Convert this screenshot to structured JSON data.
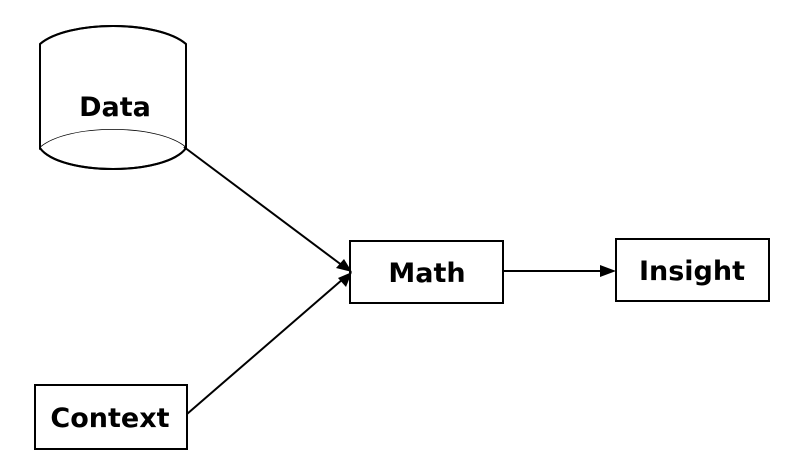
{
  "nodes": {
    "data": {
      "label": "Data",
      "shape": "cylinder"
    },
    "math": {
      "label": "Math",
      "shape": "rectangle"
    },
    "insight": {
      "label": "Insight",
      "shape": "rectangle"
    },
    "context": {
      "label": "Context",
      "shape": "rectangle"
    }
  },
  "edges": [
    {
      "from": "Data",
      "to": "Math"
    },
    {
      "from": "Context",
      "to": "Math"
    },
    {
      "from": "Math",
      "to": "Insight"
    }
  ],
  "colors": {
    "stroke": "#000000",
    "fill": "#ffffff",
    "background": "#ffffff"
  }
}
